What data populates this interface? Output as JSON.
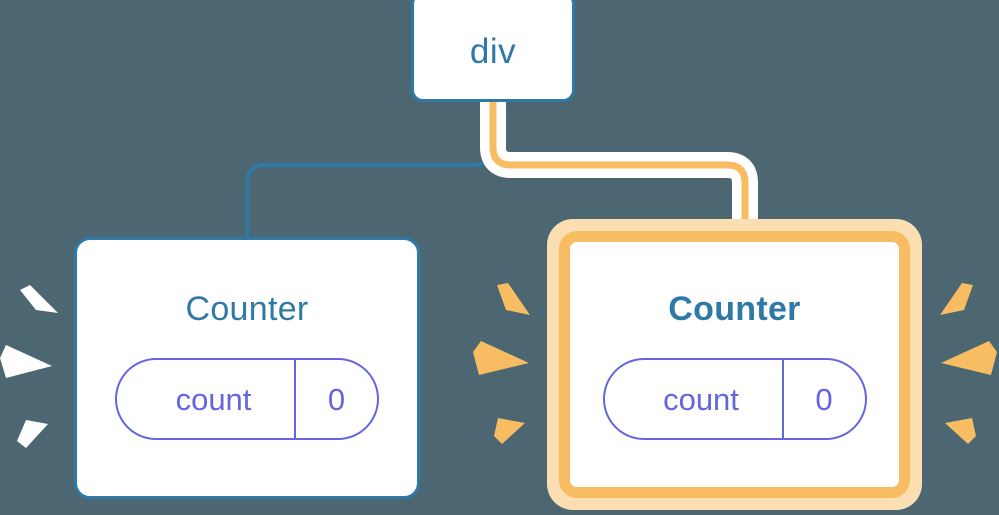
{
  "diagram": {
    "title": "React component tree re-render highlight",
    "background_color": "#4c6672",
    "nodes": {
      "root": {
        "label": "div",
        "border_color": "#2e79a6",
        "text_color": "#2e79a6",
        "highlighted": "false"
      },
      "counter_left": {
        "label": "Counter",
        "border_color": "#2e79a6",
        "text_color": "#2e79a6",
        "highlighted": "false",
        "state": {
          "key": "count",
          "value": "0",
          "color": "#6366dd"
        }
      },
      "counter_right": {
        "label": "Counter",
        "border_color": "#f8bc62",
        "halo_color": "#fbdfb3",
        "text_color": "#2e79a6",
        "highlighted": "true",
        "state": {
          "key": "count",
          "value": "0",
          "color": "#6366dd"
        }
      }
    },
    "edges": [
      {
        "name": "div-to-counter-left",
        "from": "root",
        "to": "counter_left",
        "color": "#2e79a6",
        "highlighted": "false"
      },
      {
        "name": "div-to-counter-right",
        "from": "root",
        "to": "counter_right",
        "color": "#f8bc62",
        "halo_color": "#ffffff",
        "highlighted": "true"
      }
    ],
    "sparkles": [
      {
        "name": "sparkle-left-outer",
        "color": "#ffffff",
        "rays": 3
      },
      {
        "name": "sparkle-left-inner",
        "color": "#f8bc62",
        "rays": 3
      },
      {
        "name": "sparkle-right-outer",
        "color": "#f8bc62",
        "rays": 3
      }
    ]
  }
}
